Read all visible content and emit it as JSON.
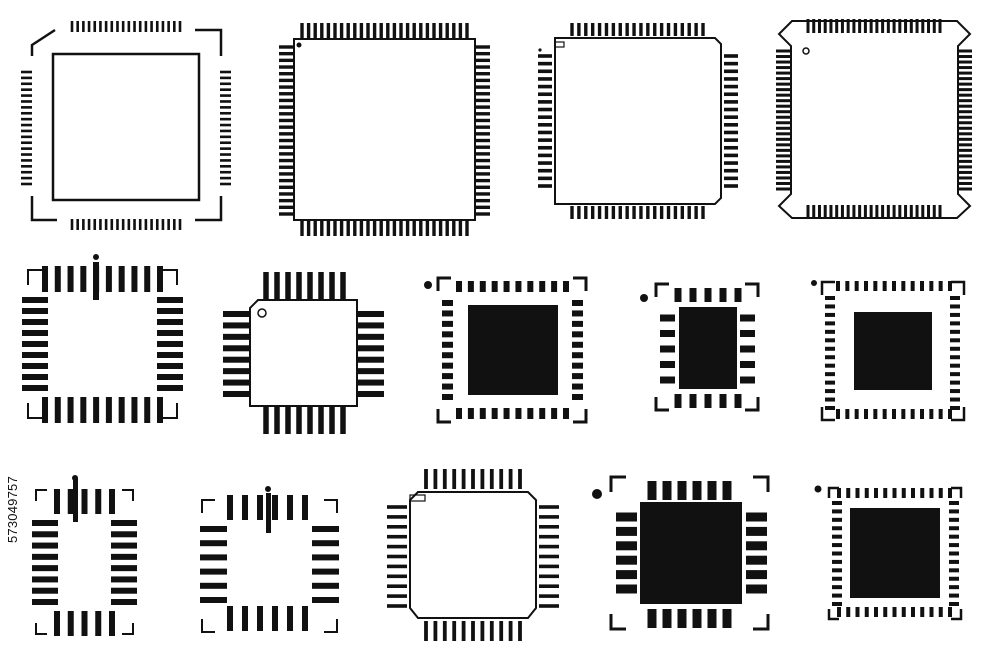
{
  "stock_id": "573049757",
  "colors": {
    "ink": "#111111",
    "paper": "#ffffff"
  },
  "chips": [
    {
      "name": "chip-qfp-bracket-corners",
      "style": "bracket-qfp"
    },
    {
      "name": "chip-qfp-large-notched",
      "style": "qfp-outline"
    },
    {
      "name": "chip-qfp-chamfered",
      "style": "qfp-chamfer"
    },
    {
      "name": "chip-qfp-extended-corners",
      "style": "qfp-wings"
    },
    {
      "name": "chip-plcc-bracket",
      "style": "plcc-bracket"
    },
    {
      "name": "chip-tqfp-pin1-dot",
      "style": "tqfp-small"
    },
    {
      "name": "chip-qfn-filled-die",
      "style": "qfn-dots"
    },
    {
      "name": "chip-qfn-small-die",
      "style": "qfn-small"
    },
    {
      "name": "chip-qfn-fine-pitch",
      "style": "qfn-fine"
    },
    {
      "name": "chip-plcc-bracket-small",
      "style": "plcc-bracket-tall"
    },
    {
      "name": "chip-plcc-bracket-square",
      "style": "plcc-bracket-square"
    },
    {
      "name": "chip-qfp-medium-chamfered",
      "style": "qfp-chamfer-medium"
    },
    {
      "name": "chip-qfn-large-die",
      "style": "qfn-large"
    },
    {
      "name": "chip-qfn-fine-large",
      "style": "qfn-fine-large"
    }
  ]
}
